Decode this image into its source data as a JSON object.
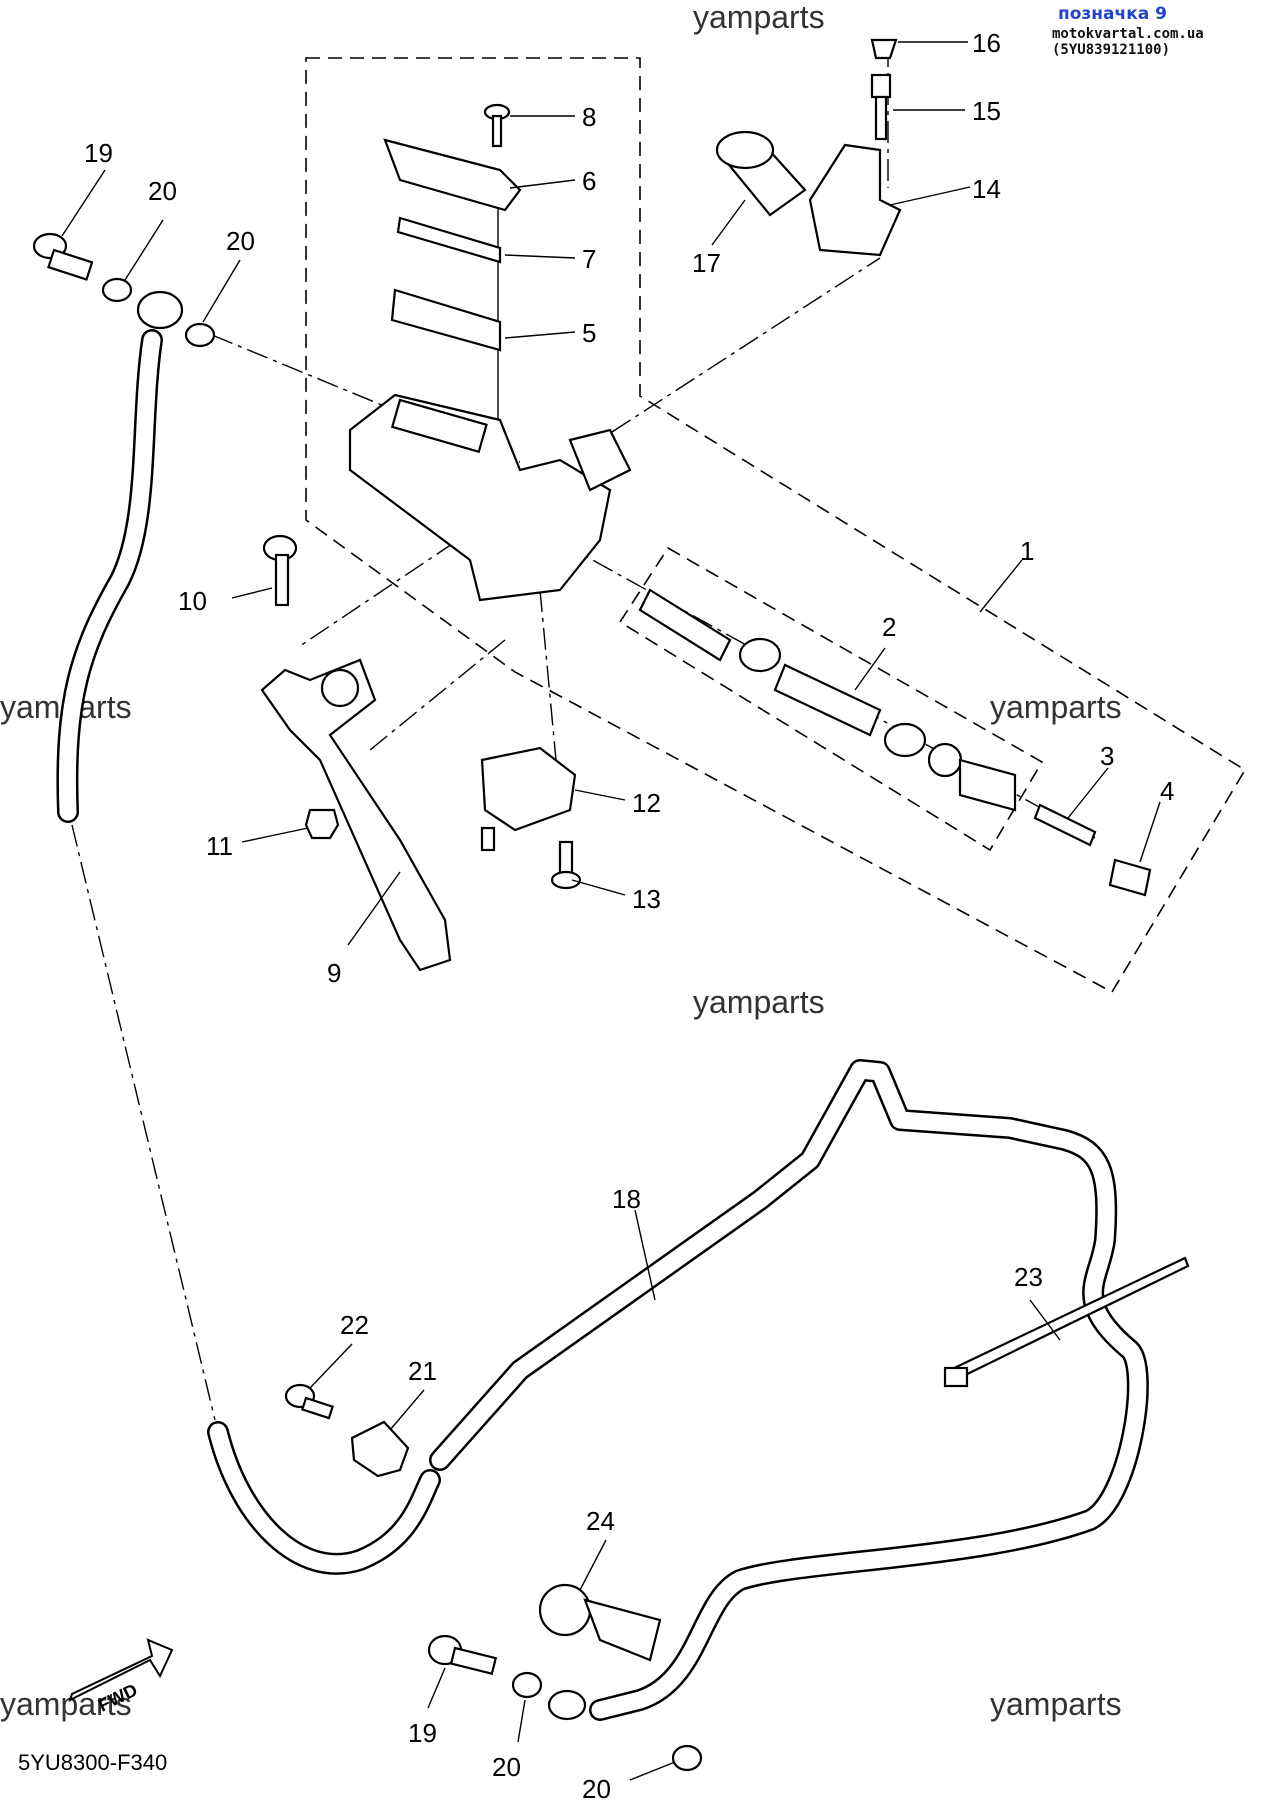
{
  "header": {
    "tag": "позначка 9",
    "ref": "motokvartal.com.ua (5YU839121100)"
  },
  "watermark": "yamparts",
  "diagram_code": "5YU8300-F340",
  "fwd_label": "FWD",
  "callouts": [
    {
      "id": "c1",
      "text": "1"
    },
    {
      "id": "c2",
      "text": "2"
    },
    {
      "id": "c3",
      "text": "3"
    },
    {
      "id": "c4",
      "text": "4"
    },
    {
      "id": "c5",
      "text": "5"
    },
    {
      "id": "c6",
      "text": "6"
    },
    {
      "id": "c7",
      "text": "7"
    },
    {
      "id": "c8",
      "text": "8"
    },
    {
      "id": "c9",
      "text": "9"
    },
    {
      "id": "c10",
      "text": "10"
    },
    {
      "id": "c11",
      "text": "11"
    },
    {
      "id": "c12",
      "text": "12"
    },
    {
      "id": "c13",
      "text": "13"
    },
    {
      "id": "c14",
      "text": "14"
    },
    {
      "id": "c15",
      "text": "15"
    },
    {
      "id": "c16",
      "text": "16"
    },
    {
      "id": "c17",
      "text": "17"
    },
    {
      "id": "c18",
      "text": "18"
    },
    {
      "id": "c19a",
      "text": "19"
    },
    {
      "id": "c19b",
      "text": "19"
    },
    {
      "id": "c20a",
      "text": "20"
    },
    {
      "id": "c20b",
      "text": "20"
    },
    {
      "id": "c20c",
      "text": "20"
    },
    {
      "id": "c20d",
      "text": "20"
    },
    {
      "id": "c21",
      "text": "21"
    },
    {
      "id": "c22",
      "text": "22"
    },
    {
      "id": "c23",
      "text": "23"
    },
    {
      "id": "c24",
      "text": "24"
    }
  ]
}
